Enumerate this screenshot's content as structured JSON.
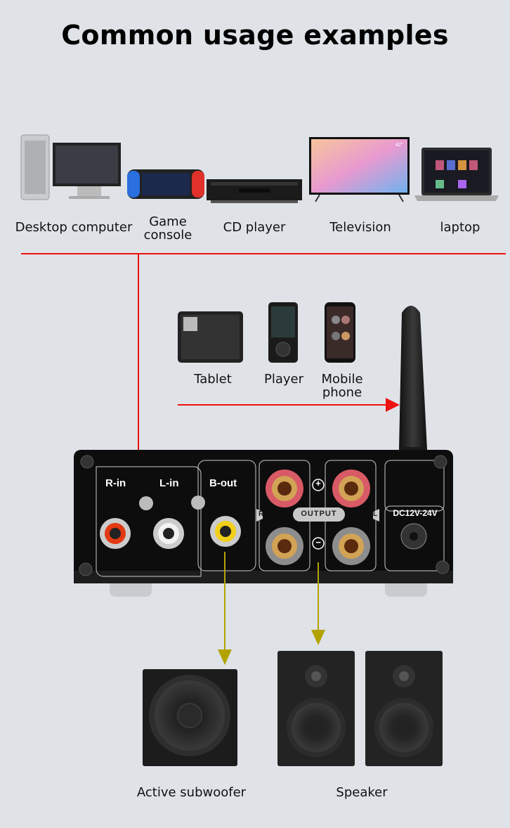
{
  "title": "Common usage examples",
  "sources": [
    {
      "label": "Desktop computer"
    },
    {
      "label": "Game console"
    },
    {
      "label": "CD player"
    },
    {
      "label": "Television",
      "badge": "42\""
    },
    {
      "label": "laptop"
    }
  ],
  "bluetooth_sources": [
    {
      "label": "Tablet"
    },
    {
      "label": "Player"
    },
    {
      "label": "Mobile phone"
    }
  ],
  "amplifier": {
    "r_in": "R-in",
    "l_in": "L-in",
    "b_out": "B-out",
    "output": "OUTPUT",
    "r": "R",
    "l": "L",
    "plus": "+",
    "minus": "−",
    "power": "DC12V-24V"
  },
  "outputs": [
    {
      "label": "Active subwoofer"
    },
    {
      "label": "Speaker"
    }
  ],
  "colors": {
    "background": "#dfe3e8",
    "input_arrow": "#ee1111",
    "output_arrow": "#b3a300"
  }
}
